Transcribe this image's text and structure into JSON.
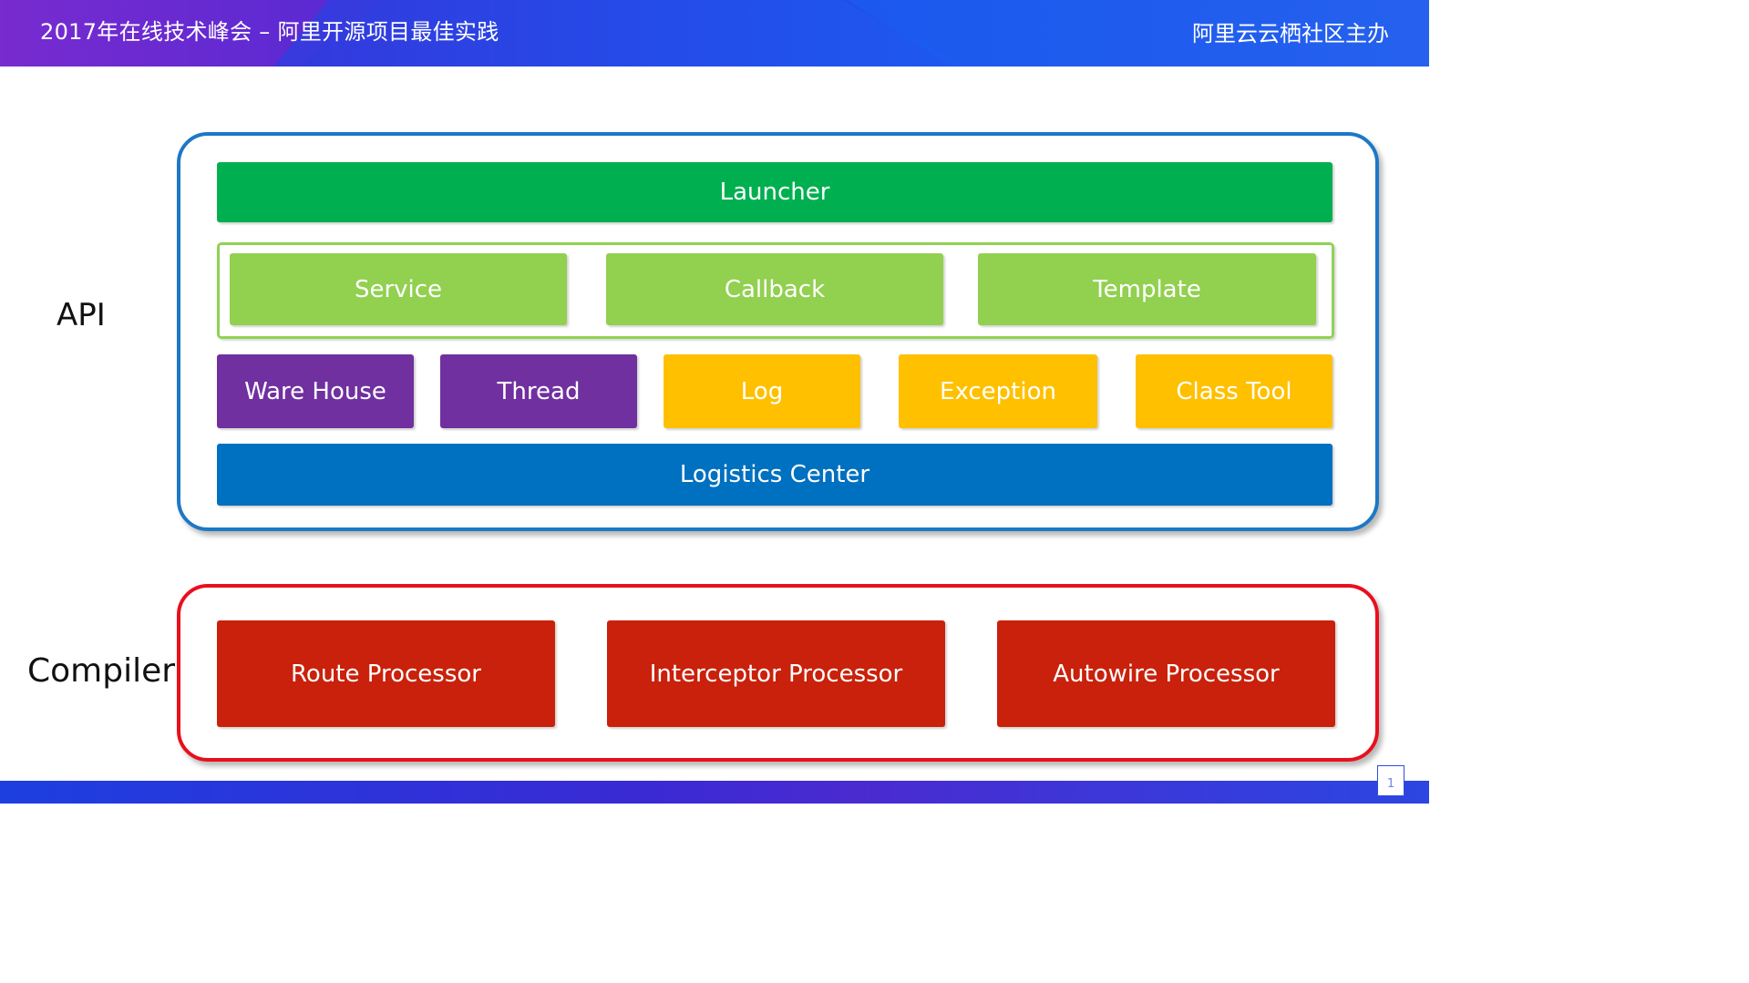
{
  "header": {
    "title": "2017年在线技术峰会 – 阿里开源项目最佳实践",
    "host": "阿里云云栖社区主办"
  },
  "footer": {
    "page_number": "1"
  },
  "diagram": {
    "api": {
      "label": "API",
      "frame_color": "#1d78c6",
      "launcher": {
        "label": "Launcher",
        "color": "#00b050"
      },
      "service_group": {
        "frame_color": "#8fd352",
        "items": [
          {
            "label": "Service",
            "color": "#92d050"
          },
          {
            "label": "Callback",
            "color": "#92d050"
          },
          {
            "label": "Template",
            "color": "#92d050"
          }
        ]
      },
      "middle_row": [
        {
          "label": "Ware House",
          "color": "#7030a0"
        },
        {
          "label": "Thread",
          "color": "#7030a0"
        },
        {
          "label": "Log",
          "color": "#ffc000"
        },
        {
          "label": "Exception",
          "color": "#ffc000"
        },
        {
          "label": "Class Tool",
          "color": "#ffc000"
        }
      ],
      "logistics": {
        "label": "Logistics Center",
        "color": "#0070c0"
      }
    },
    "compiler": {
      "label": "Compiler",
      "frame_color": "#e8101d",
      "items": [
        {
          "label": "Route Processor",
          "color": "#c9210b"
        },
        {
          "label": "Interceptor Processor",
          "color": "#c9210b"
        },
        {
          "label": "Autowire Processor",
          "color": "#c9210b"
        }
      ]
    }
  }
}
